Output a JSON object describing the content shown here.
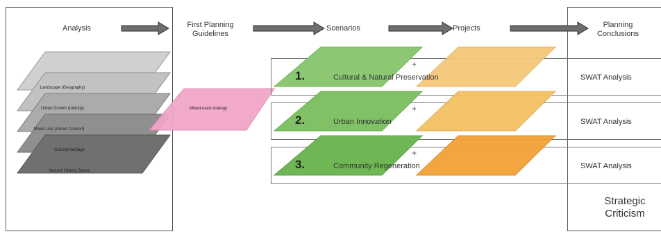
{
  "headers": {
    "analysis": "Analysis",
    "first_planning": "First Planning\nGuidelines",
    "scenarios": "Scenarios",
    "projects": "Projects",
    "planning_conclusions": "Planning\nConclusions"
  },
  "analysis_layers": [
    "Landscape (Geography)",
    "Urban Growth (Identity)",
    "Mixed Use (Urban Context)",
    "Cultural heritage",
    "Natural History Space"
  ],
  "guidelines_label": "Mixed-used strategy",
  "scenarios": [
    {
      "number": "1.",
      "label": "Cultural & Natural Preservation",
      "swat": "SWAT Analysis"
    },
    {
      "number": "2.",
      "label": "Urban Innovation",
      "swat": "SWAT Analysis"
    },
    {
      "number": "3.",
      "label": "Community Regeneration",
      "swat": "SWAT Analysis"
    }
  ],
  "plus_sign": "+",
  "strategic": "Strategic\nCriticism",
  "colors": {
    "green": "#8cc874",
    "green_dark": "#6bb24f",
    "orange": "#f3c87a",
    "orange_dark": "#f0a43a",
    "pink": "#f2a6c9",
    "arrow": "#6e6e6e"
  }
}
